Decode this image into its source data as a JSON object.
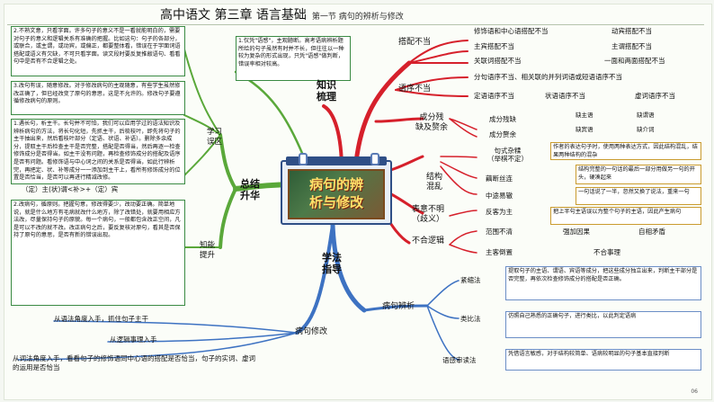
{
  "header": {
    "title": "高中语文 第三章 语言基础",
    "subtitle": "第一节 病句的辨析与修改"
  },
  "center": {
    "line1": "病句的辨",
    "line2": "析与修改"
  },
  "colors": {
    "red": "#d6202b",
    "green": "#5aa83a",
    "blue": "#3d72c2",
    "dark_green": "#3a8a43",
    "box_yellow": "#c99b2e"
  },
  "left": {
    "summary": {
      "label": "总结\n升华"
    },
    "mistakes": {
      "label": "学习\n误区",
      "items": [
        "2.不熟文意，只看字面。许多句子的意义不是一看就能明白的，需要对句子的意义和逻辑关系有准确的把握。比如这句：句子的各部分，或联合，或主谓，或动宾，或偏正，都要整体看，错误在于字面词语搭配或语义有欠缺，不可只看字面。读文段时要反复推敲语句、看看句中是否有不合逻辑之处。",
        "3.改句有误，随意修改。对于修改病句的主观随意，有些学生虽然修改正确了，但已经改变了原句的意思，这是不允许的。修改句子要遵循修改病句的原则。",
        "1.遇长句，析主干。长句并不可怕，我们可以应用学过的语法知识及辨析病句的方法，将长句化短，先抓主干，后梳枝叶，即先将句子的主干抽出来，然后看枝叶部分（定语、状语、补语）。删除多余成分，提取主干后检查主干是否完整，搭配是否得当，然后再逐一检查修饰成分是否得当。如主干没有问题，再检查修饰成分的搭配及语序是否有问题。看修饰语与中心词之间的关系是否得当，如此行辨析完，再把定、状、补等成分一一添加到主干上，看所有修饰成分的位置是否恰当，是否可以再进行精减改修。",
        "（定）主(状)谓<补>+（定）宾"
      ]
    },
    "ability": {
      "label": "知能\n提升",
      "text": "2.改病句，循原则。把握句意，修改得要少，改动要正确。简单地说，就是什么地方有毛病就改什么地方，除了改错处，就要用相应方法改，尽量保持句子的原貌。每一个病句，一般都包含改正空间，凡是可以不改的就不改。改正病句之后，要反复核对原句，看其是否保持了原句的意思，是否有新的错误出现。"
    },
    "note": "1.仅凭\"语感\"，主观臆断。高考语病辨析题所给的句子虽然有时并不长，但往往以一种较为复杂的形式出现，只凭\"语感\"做判断，错误率相对较高。"
  },
  "knowledge": {
    "label": "知识\n梳理",
    "branches": [
      {
        "name": "搭配不当",
        "items": [
          {
            "left": "修饰语和中心语搭配不当",
            "right": "动宾搭配不当"
          },
          {
            "left": "主宾搭配不当",
            "right": "主谓搭配不当"
          },
          {
            "left": "关联词搭配不当",
            "right": "一面和两面搭配不当"
          }
        ]
      },
      {
        "name": "语序不当",
        "items": [
          {
            "left": "分句语序不当、相关联的并列词语或短语语序不当"
          },
          {
            "left": "定语语序不当",
            "mid": "状语语序不当",
            "right": "虚词语序不当"
          }
        ]
      },
      {
        "name": "成分残\n缺及赘余",
        "items": [
          {
            "left": "成分残缺",
            "a": "缺主语",
            "b": "缺谓语"
          },
          {
            "left": "成分赘余",
            "a": "缺宾语",
            "b": "缺介词"
          }
        ]
      },
      {
        "name": "结构\n混乱",
        "items": [
          {
            "left": "句式杂糅\n（举棋不定）",
            "note": "作者的表达句子时，使用两种表达方式，因此结构混乱，结果两种结构的混杂"
          },
          {
            "left": "藕断丝连",
            "note": "结构完整的一句话的最后一部分用做另一句的开头，硬凑起来"
          },
          {
            "left": "中途易辙",
            "note": "一句话说了一半，忽然又换了说法，重来一句"
          }
        ]
      },
      {
        "name": "表意不明\n（歧义）",
        "items": [
          {
            "left": "反客为主",
            "note": "把上半句主语误以为整个句子的主语，因此产生病句"
          }
        ]
      },
      {
        "name": "不合逻辑",
        "items": [
          {
            "left": "范围不清",
            "mid": "强加因果",
            "right": "自相矛盾"
          },
          {
            "left": "主客倒置",
            "right": "不合事理"
          }
        ]
      }
    ]
  },
  "method": {
    "label": "学法\n指导",
    "analyze": {
      "name": "病句辨析",
      "items": [
        {
          "left": "紧缩法",
          "note": "提取句子的主语、谓语、宾语等成分，把这些成分独立出来，判断主干部分是否完整，再依次检查修饰成分的搭配是否正确。"
        },
        {
          "left": "类比法",
          "note": "仿照自己熟悉的正确句子，进行类比，以此判定语病"
        },
        {
          "left": "语感审读法",
          "note": "凭借语言敏感，对于结构较简单、语病较明显的句子基本直接判断"
        }
      ]
    },
    "modify": {
      "name": "病句修改",
      "items": [
        "从语法角度入手，抓住句子主干",
        "从逻辑事理入手",
        "从词法角度入手，看看句子的修饰语同中心语的搭配是否恰当，句子的实词、虚词的运用是否恰当"
      ]
    }
  },
  "page": "06"
}
